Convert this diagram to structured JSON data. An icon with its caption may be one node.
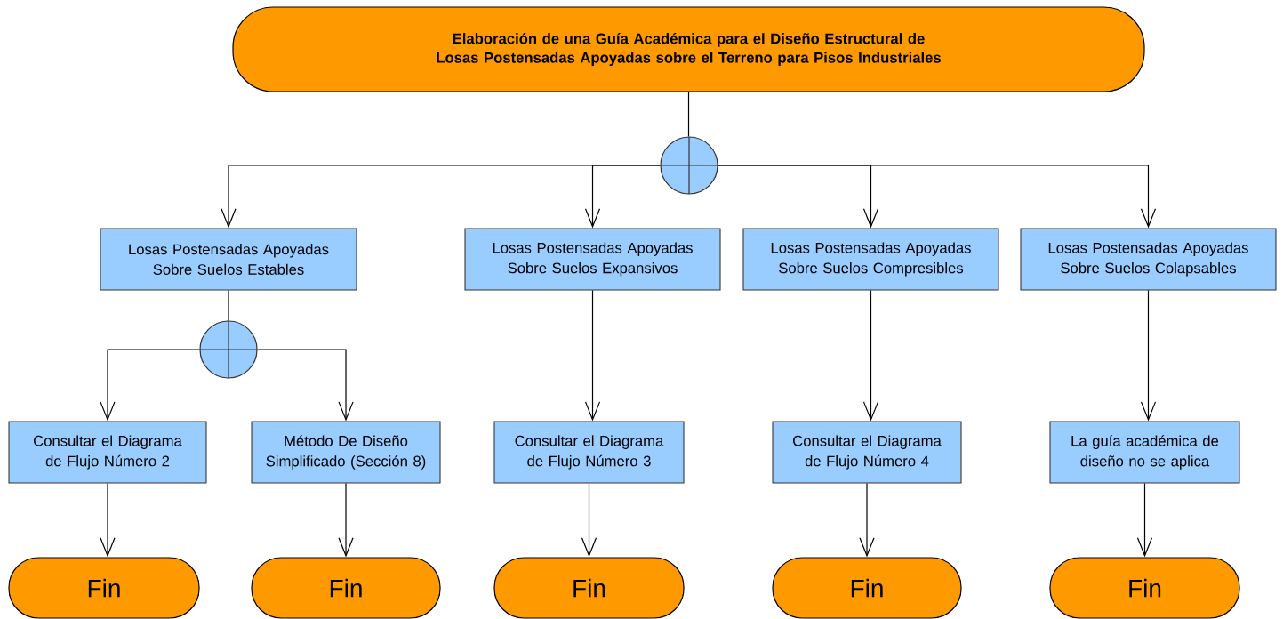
{
  "diagram": {
    "nodes": [
      {
        "text": [
          "Elaboración de una Guía Académica para el Diseño Estructural de Losas Postensadas Apoyadas sobre el Terreno para Pisos Industriales"
        ]
      },
      {
        "text": [],
        "shape": "circle"
      },
      {
        "text": [
          "Losas Postensadas Apoyadas Sobre Suelos Estables"
        ]
      },
      {
        "text": [
          "Losas Postensadas Apoyadas Sobre Suelos Expansivos"
        ]
      },
      {
        "text": [
          "Losas Postensadas Apoyadas Sobre Suelos Compresibles"
        ]
      },
      {
        "text": [
          "Losas Postensadas Apoyadas Sobre Suelos Colapsables"
        ]
      },
      {
        "text": [],
        "shape": "circle"
      },
      {
        "text": [
          "Consultar el Diagrama de Flujo Número 2"
        ]
      },
      {
        "text": [
          "Método De Diseño Simplificado (Sección 8)"
        ]
      },
      {
        "text": [
          "Consultar el Diagrama de Flujo Número 3"
        ]
      },
      {
        "text": [
          "Consultar el Diagrama de Flujo Número 4"
        ]
      },
      {
        "text": [
          "La guía académica de diseño no se aplica"
        ]
      },
      {
        "text": [
          "Fin"
        ]
      },
      {
        "text": [
          "Fin"
        ]
      },
      {
        "text": [
          "Fin"
        ]
      },
      {
        "text": [
          "Fin"
        ]
      },
      {
        "text": [
          "Fin"
        ]
      }
    ],
    "edges": [
      {
        "from": 0,
        "to": 1,
        "arrow": "none"
      },
      {
        "from": 1,
        "to": 2,
        "arrow": "to"
      },
      {
        "from": 1,
        "to": 3,
        "arrow": "to"
      },
      {
        "from": 1,
        "to": 4,
        "arrow": "to"
      },
      {
        "from": 1,
        "to": 5,
        "arrow": "to"
      },
      {
        "from": 2,
        "to": 6,
        "arrow": "none"
      },
      {
        "from": 6,
        "to": 7,
        "arrow": "to"
      },
      {
        "from": 6,
        "to": 8,
        "arrow": "to"
      },
      {
        "from": 3,
        "to": 9,
        "arrow": "to"
      },
      {
        "from": 4,
        "to": 10,
        "arrow": "to"
      },
      {
        "from": 5,
        "to": 11,
        "arrow": "to"
      },
      {
        "from": 7,
        "to": 12,
        "arrow": "to"
      },
      {
        "from": 8,
        "to": 13,
        "arrow": "to"
      },
      {
        "from": 9,
        "to": 14,
        "arrow": "to"
      },
      {
        "from": 10,
        "to": 15,
        "arrow": "to"
      },
      {
        "from": 11,
        "to": 16,
        "arrow": "to"
      }
    ]
  }
}
